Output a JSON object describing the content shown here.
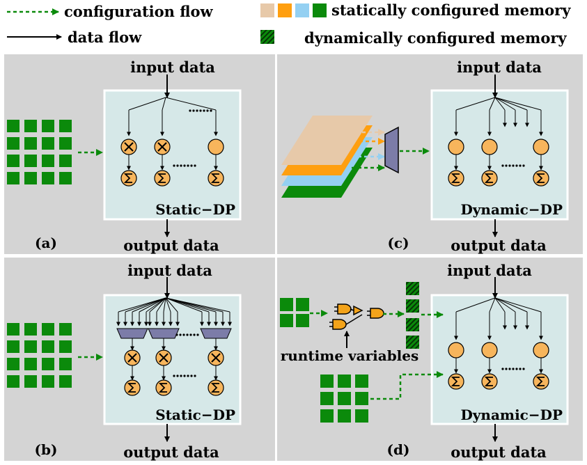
{
  "legend": {
    "config_flow": "configuration flow",
    "data_flow": "data flow",
    "static_memory": "statically configured memory",
    "dynamic_memory": "dynamically configured memory"
  },
  "colors": {
    "panel_bg": "#d4d4d4",
    "dp_bg": "#d6e8e8",
    "green": "#0b8a0b",
    "tan": "#e7c9a9",
    "orange": "#ff9f10",
    "light_blue": "#94d0f2",
    "pe_fill": "#f7b55c",
    "mux_fill": "#7c7ca8",
    "gate_fill": "#f3a31a"
  },
  "panels": [
    {
      "id": "a",
      "label": "(a)",
      "input": "input data",
      "output": "output data",
      "dp": "Static−DP"
    },
    {
      "id": "b",
      "label": "(b)",
      "input": "input data",
      "output": "output data",
      "dp": "Static−DP"
    },
    {
      "id": "c",
      "label": "(c)",
      "input": "input data",
      "output": "output data",
      "dp": "Dynamic−DP"
    },
    {
      "id": "d",
      "label": "(d)",
      "input": "input data",
      "output": "output data",
      "dp": "Dynamic−DP",
      "runtime": "runtime variables"
    }
  ]
}
